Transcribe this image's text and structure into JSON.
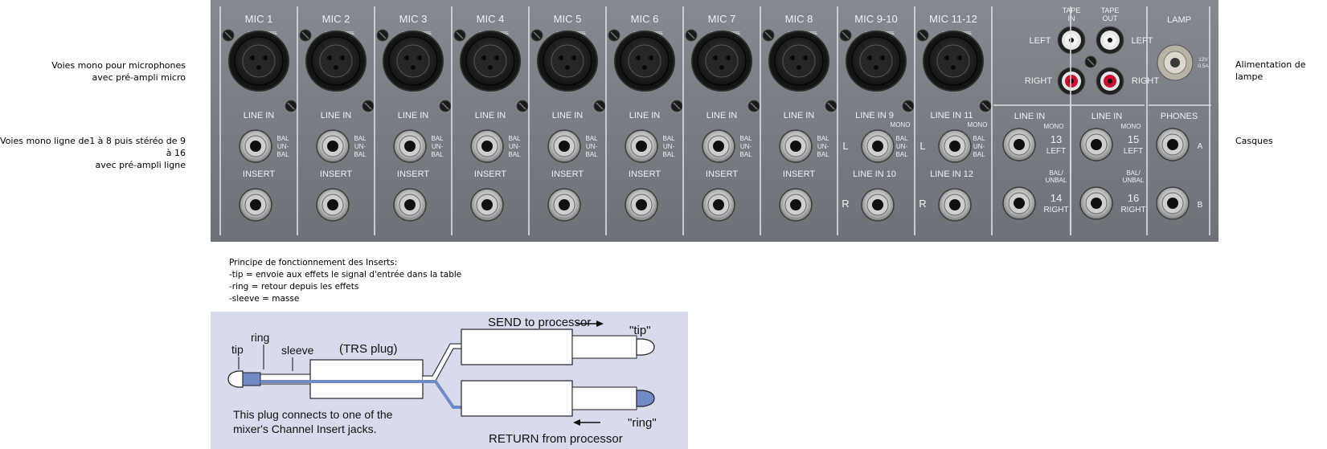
{
  "left_labels": {
    "mic": [
      "Voies mono pour microphones",
      "avec pré-ampli micro"
    ],
    "line": [
      "Voies mono ligne de1 à 8 puis stéréo de 9 à 16",
      "avec pré-ampli ligne"
    ]
  },
  "right_labels": {
    "lamp": "Alimentation de lampe",
    "phones": "Casques"
  },
  "panel": {
    "channel_titles": [
      "MIC 1",
      "MIC 2",
      "MIC 3",
      "MIC 4",
      "MIC 5",
      "MIC 6",
      "MIC 7",
      "MIC 8",
      "MIC 9-10",
      "MIC 11-12"
    ],
    "xlr_label": "XDR MIC PRE",
    "line_in_label": "LINE IN",
    "insert_label": "INSERT",
    "bal_label": [
      "BAL",
      "UN-",
      "BAL"
    ],
    "stereo_ch9": {
      "top": "LINE IN 9",
      "mono": "MONO",
      "bottom": "LINE IN 10",
      "left": "L",
      "right": "R"
    },
    "stereo_ch11": {
      "top": "LINE IN 11",
      "mono": "MONO",
      "bottom": "LINE IN 12",
      "left": "L",
      "right": "R"
    },
    "tape": {
      "in": [
        "TAPE",
        "IN"
      ],
      "out": [
        "TAPE",
        "OUT"
      ],
      "left_a": "LEFT",
      "left_b": "LEFT",
      "right_a": "RIGHT",
      "right_b": "RIGHT"
    },
    "line_13_14": {
      "title": "LINE IN",
      "mono": "MONO",
      "num_top": "13",
      "top": "LEFT",
      "balunbal": [
        "BAL/",
        "UNBAL"
      ],
      "num_bottom": "14",
      "bottom": "RIGHT"
    },
    "line_15_16": {
      "title": "LINE IN",
      "mono": "MONO",
      "num_top": "15",
      "top": "LEFT",
      "balunbal": [
        "BAL/",
        "UNBAL"
      ],
      "num_bottom": "16",
      "bottom": "RIGHT"
    },
    "lamp": {
      "title": "LAMP",
      "spec": [
        "12V",
        "0.5A"
      ]
    },
    "phones": {
      "title": "PHONES",
      "a": "A",
      "b": "B"
    }
  },
  "notes": [
    "Principe de fonctionnement des Inserts:",
    "-tip = envoie aux effets le signal d'entrée dans la table",
    "-ring = retour depuis les effets",
    "-sleeve = masse"
  ],
  "diagram": {
    "tip": "tip",
    "ring": "ring",
    "sleeve": "sleeve",
    "trs": "(TRS plug)",
    "send": "SEND to processor",
    "tip_q": "\"tip\"",
    "ring_q": "\"ring\"",
    "return": "RETURN from processor",
    "caption": [
      "This plug connects to one of the",
      "mixer's Channel Insert jacks."
    ],
    "colors": {
      "ring_wire": "#7189c6",
      "background": "#d7dbec"
    }
  }
}
